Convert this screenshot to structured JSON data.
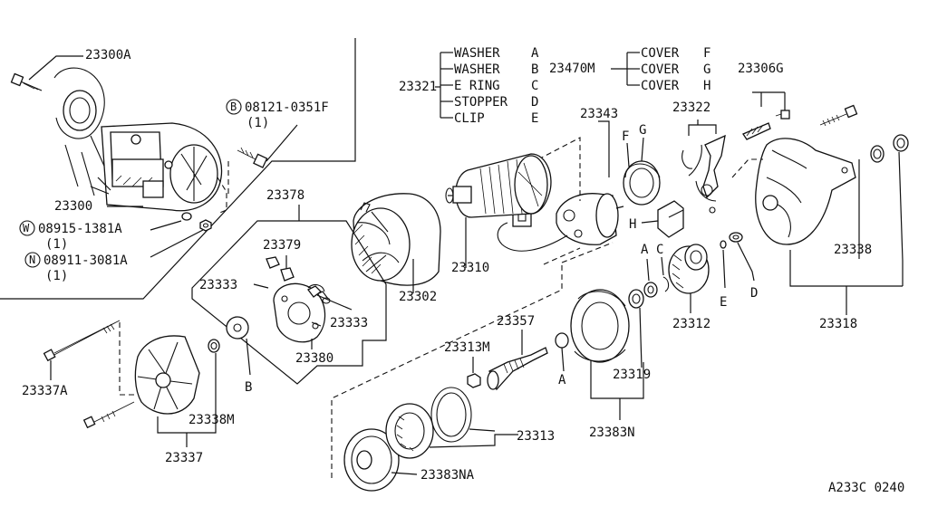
{
  "labels": {
    "p23300A": "23300A",
    "p23300": "23300",
    "bolt_b": "08121-0351F",
    "bolt_b_prefix": "B",
    "bolt_b_qty": "(1)",
    "washer_w": "08915-1381A",
    "washer_w_prefix": "W",
    "washer_w_qty": "(1)",
    "nut_n": "08911-3081A",
    "nut_n_prefix": "N",
    "nut_n_qty": "(1)",
    "p23321": "23321",
    "p23321_items": [
      {
        "name": "WASHER",
        "code": "A"
      },
      {
        "name": "WASHER",
        "code": "B"
      },
      {
        "name": "E RING",
        "code": "C"
      },
      {
        "name": "STOPPER",
        "code": "D"
      },
      {
        "name": "CLIP",
        "code": "E"
      }
    ],
    "p23470M": "23470M",
    "p23470M_items": [
      {
        "name": "COVER",
        "code": "F"
      },
      {
        "name": "COVER",
        "code": "G"
      },
      {
        "name": "COVER",
        "code": "H"
      }
    ],
    "p23306G": "23306G",
    "p23343": "23343",
    "p23322": "23322",
    "F": "F",
    "G": "G",
    "H": "H",
    "p23378": "23378",
    "p23379": "23379",
    "p23333a": "23333",
    "p23333b": "23333",
    "p23380": "23380",
    "p23302": "23302",
    "p23310": "23310",
    "A1": "A",
    "C1": "C",
    "E1": "E",
    "D1": "D",
    "p23312": "23312",
    "p23338": "23338",
    "p23318": "23318",
    "p23357": "23357",
    "p23313M": "23313M",
    "A2": "A",
    "p23319": "23319",
    "p23383N": "23383N",
    "p23313": "23313",
    "p23383NA": "23383NA",
    "p23337A": "23337A",
    "B2": "B",
    "p23338M": "23338M",
    "p23337": "23337",
    "footer": "A233C 0240"
  }
}
